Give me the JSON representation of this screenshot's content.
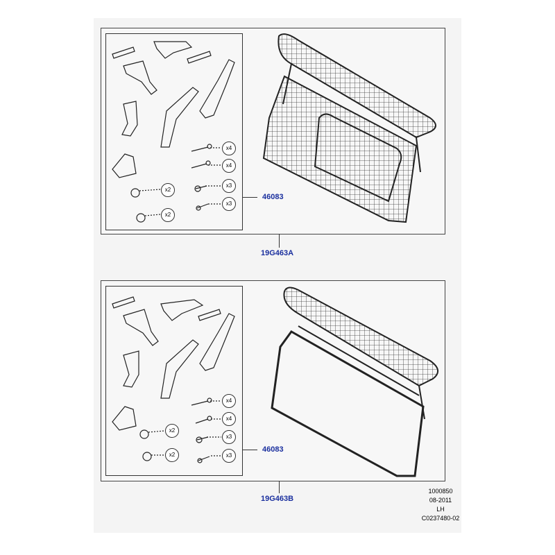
{
  "diagrams": [
    {
      "id": "A",
      "kit_callout": "46083",
      "assembly_callout": "19G463A",
      "quantities": [
        "x4",
        "x4",
        "x3",
        "x3",
        "x2",
        "x2"
      ]
    },
    {
      "id": "B",
      "kit_callout": "46083",
      "assembly_callout": "19G463B",
      "quantities": [
        "x4",
        "x4",
        "x3",
        "x3",
        "x2",
        "x2"
      ]
    }
  ],
  "footer": {
    "line1": "1000850",
    "line2": "08-2011",
    "line3": "LH",
    "line4": "C0237480-02"
  },
  "colors": {
    "callout": "#1a2f9e",
    "line": "#333333"
  }
}
